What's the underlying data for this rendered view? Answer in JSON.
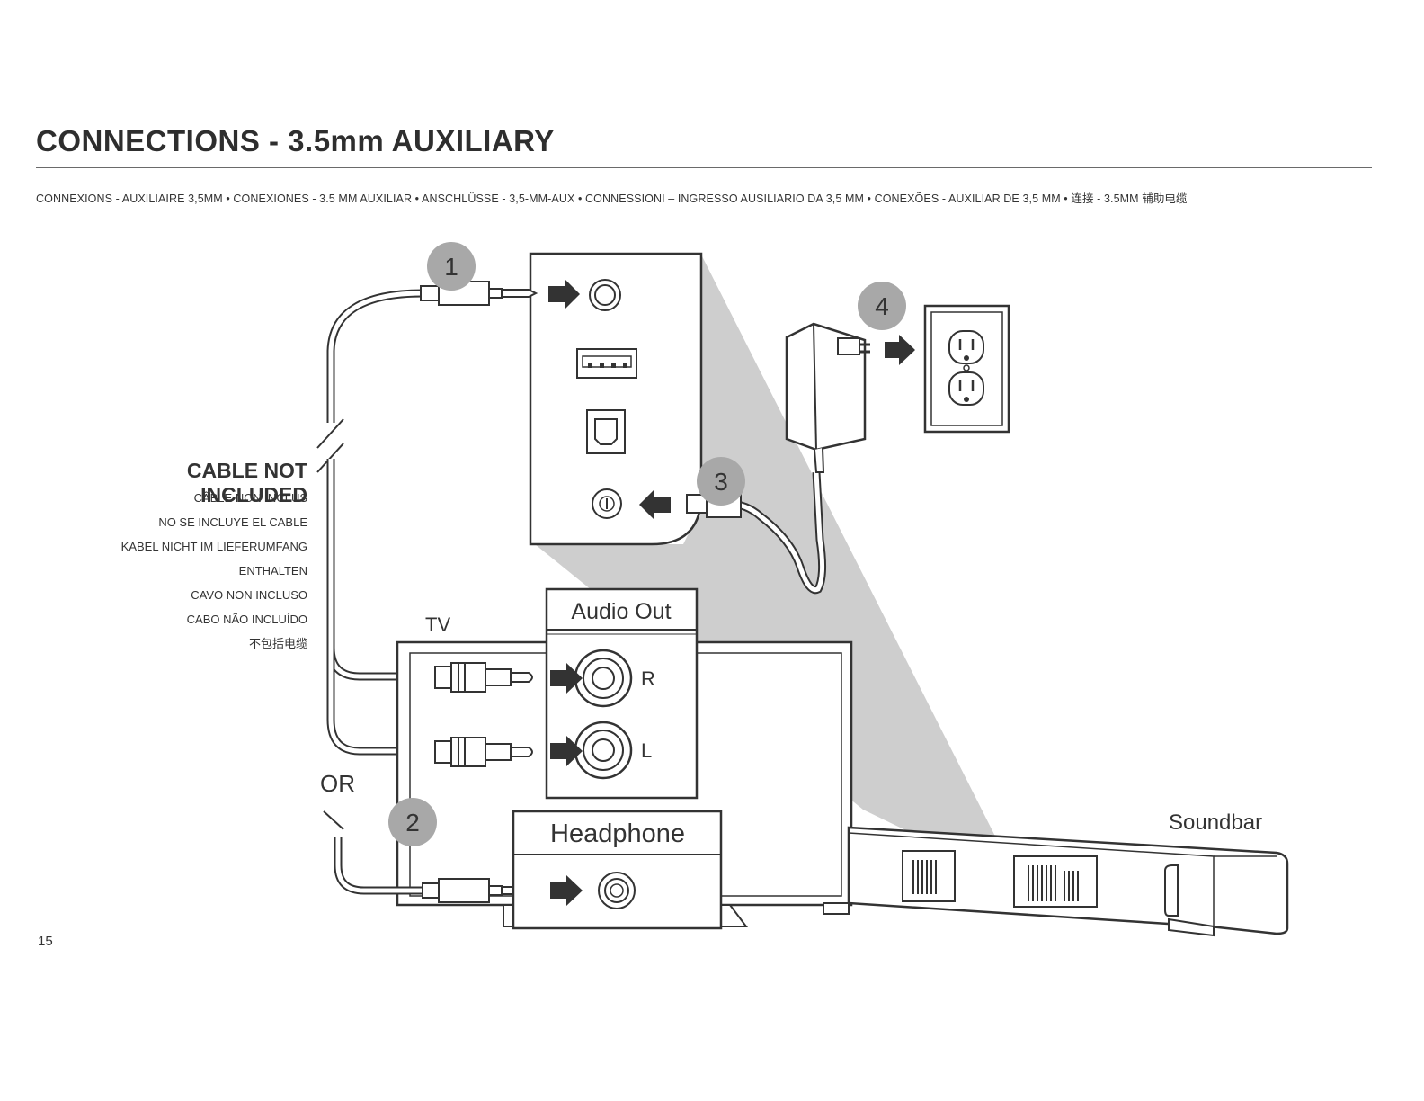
{
  "page": {
    "title": "CONNECTIONS - 3.5mm AUXILIARY",
    "subtitle": "CONNEXIONS - AUXILIAIRE 3,5MM • CONEXIONES - 3.5 MM AUXILIAR • ANSCHLÜSSE - 3,5-MM-AUX • CONNESSIONI – INGRESSO AUSILIARIO DA 3,5 MM • CONEXÕES - AUXILIAR DE 3,5 MM • 连接 - 3.5MM 辅助电缆",
    "page_number": "15"
  },
  "cable_note": {
    "heading": "CABLE NOT INCLUDED",
    "translations": [
      "CÂBLE NON INCLUS",
      "NO SE INCLUYE EL CABLE",
      "KABEL NICHT IM LIEFERUMFANG",
      "ENTHALTEN",
      "CAVO NON INCLUSO",
      "CABO NÃO INCLUÍDO",
      "不包括电缆"
    ]
  },
  "labels": {
    "tv": "TV",
    "audio_out": "Audio Out",
    "right": "R",
    "left": "L",
    "or": "OR",
    "headphone": "Headphone",
    "soundbar": "Soundbar"
  },
  "steps": {
    "step1": "1",
    "step2": "2",
    "step3": "3",
    "step4": "4"
  },
  "colors": {
    "line": "#333333",
    "badge": "#a8a8a8",
    "zoom_shade": "#c9c9c9"
  }
}
